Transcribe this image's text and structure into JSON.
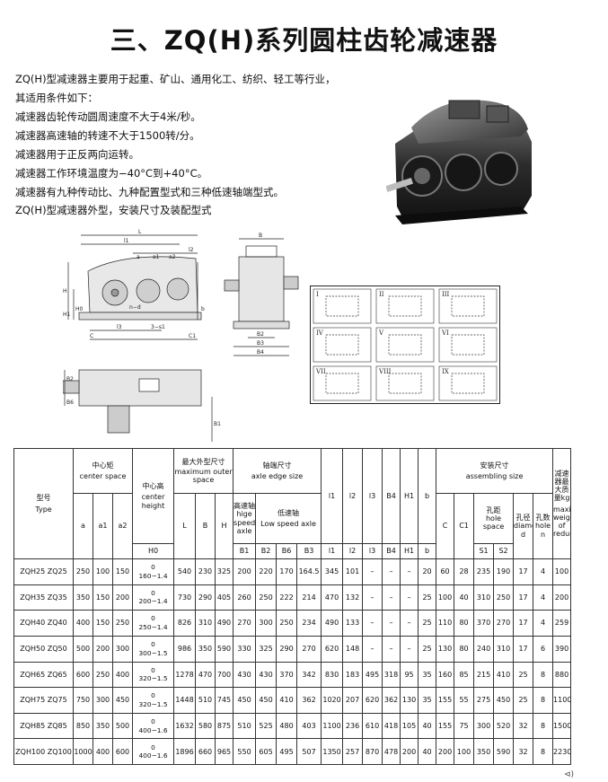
{
  "title": "三、ZQ(H)系列圆柱齿轮减速器",
  "intro": {
    "lines": [
      "ZQ(H)型减速器主要用于起重、矿山、通用化工、纺织、轻工等行业，",
      "其适用条件如下：",
      "减速器齿轮传动圆周速度不大于4米/秒。",
      "减速器高速轴的转速不大于1500转/分。",
      "减速器用于正反两向运转。",
      "减速器工作环境温度为−40°C到+40°C。",
      "减速器有九种传动比、九种配置型式和三种低速轴端型式。"
    ],
    "subheading": "ZQ(H)型减速器外型，安装尺寸及装配型式"
  },
  "drawing_labels": {
    "front": [
      "L",
      "l1",
      "l2",
      "l3",
      "C",
      "C1",
      "a",
      "a1",
      "a2",
      "H",
      "H1",
      "H0",
      "b",
      "n−d",
      "3−s1"
    ],
    "side": [
      "B",
      "B2",
      "B3",
      "B4"
    ],
    "top": [
      "B2",
      "B6",
      "B1"
    ]
  },
  "configurations": [
    "I",
    "II",
    "III",
    "IV",
    "V",
    "VI",
    "VII",
    "VIII",
    "IX"
  ],
  "table": {
    "header": {
      "model_cn": "型号",
      "model_en": "Type",
      "center_space_cn": "中心矩",
      "center_space_en": "center space",
      "center_height_cn": "中心高",
      "center_height_en": "center height",
      "outer_cn": "最大外型尺寸",
      "outer_en": "maximum outer space",
      "axle_cn": "轴端尺寸",
      "axle_en": "axle edge size",
      "high_speed_cn": "高速轴",
      "high_speed_en": "hige speed axle",
      "low_speed_cn": "低速轴",
      "low_speed_en": "Low speed axle",
      "assembling_cn": "安装尺寸",
      "assembling_en": "assembling size",
      "hole_space_cn": "孔距",
      "hole_space_en": "hole space",
      "hole_dia_cn": "孔径",
      "hole_dia_en": "diameter d",
      "hole_num_cn": "孔数",
      "hole_num_en": "hole n",
      "weight_cn": "减速器最大质量kg",
      "weight_en": "maximum weight of reducer(kg)",
      "cols": {
        "a": "a",
        "a1": "a1",
        "a2": "a2",
        "H0": "H0",
        "L": "L",
        "B": "B",
        "H": "H",
        "B1": "B1",
        "B2": "B2",
        "B6": "B6",
        "B3": "B3",
        "l1": "l1",
        "l2": "l2",
        "l3": "l3",
        "B4": "B4",
        "H1": "H1",
        "b": "b",
        "C": "C",
        "C1": "C1",
        "S1": "S1",
        "S2": "S2"
      }
    },
    "rows": [
      {
        "model": "ZQH25  ZQ25",
        "a": "250",
        "a1": "100",
        "a2": "150",
        "h0_top": "0",
        "h0_bot": "160−1.4",
        "L": "540",
        "B": "230",
        "H": "325",
        "B1": "200",
        "B2": "220",
        "B6": "170",
        "B3": "164.5",
        "l1": "345",
        "l2": "101",
        "l3": "–",
        "B4": "–",
        "H1": "–",
        "b": "20",
        "C": "60",
        "C1": "28",
        "S1": "235",
        "S2": "190",
        "d": "17",
        "n": "4",
        "weight": "100"
      },
      {
        "model": "ZQH35  ZQ35",
        "a": "350",
        "a1": "150",
        "a2": "200",
        "h0_top": "0",
        "h0_bot": "200−1.4",
        "L": "730",
        "B": "290",
        "H": "405",
        "B1": "260",
        "B2": "250",
        "B6": "222",
        "B3": "214",
        "l1": "470",
        "l2": "132",
        "l3": "–",
        "B4": "–",
        "H1": "–",
        "b": "25",
        "C": "100",
        "C1": "40",
        "S1": "310",
        "S2": "250",
        "d": "17",
        "n": "4",
        "weight": "200"
      },
      {
        "model": "ZQH40  ZQ40",
        "a": "400",
        "a1": "150",
        "a2": "250",
        "h0_top": "0",
        "h0_bot": "250−1.4",
        "L": "826",
        "B": "310",
        "H": "490",
        "B1": "270",
        "B2": "300",
        "B6": "250",
        "B3": "234",
        "l1": "490",
        "l2": "133",
        "l3": "–",
        "B4": "–",
        "H1": "–",
        "b": "25",
        "C": "110",
        "C1": "80",
        "S1": "370",
        "S2": "270",
        "d": "17",
        "n": "4",
        "weight": "259"
      },
      {
        "model": "ZQH50  ZQ50",
        "a": "500",
        "a1": "200",
        "a2": "300",
        "h0_top": "0",
        "h0_bot": "300−1.5",
        "L": "986",
        "B": "350",
        "H": "590",
        "B1": "330",
        "B2": "325",
        "B6": "290",
        "B3": "270",
        "l1": "620",
        "l2": "148",
        "l3": "–",
        "B4": "–",
        "H1": "–",
        "b": "25",
        "C": "130",
        "C1": "80",
        "S1": "240",
        "S2": "310",
        "d": "17",
        "n": "6",
        "weight": "390"
      },
      {
        "model": "ZQH65  ZQ65",
        "a": "600",
        "a1": "250",
        "a2": "400",
        "h0_top": "0",
        "h0_bot": "320−1.5",
        "L": "1278",
        "B": "470",
        "H": "700",
        "B1": "430",
        "B2": "430",
        "B6": "370",
        "B3": "342",
        "l1": "830",
        "l2": "183",
        "l3": "495",
        "B4": "318",
        "H1": "95",
        "b": "35",
        "C": "160",
        "C1": "85",
        "S1": "215",
        "S2": "410",
        "d": "25",
        "n": "8",
        "weight": "880"
      },
      {
        "model": "ZQH75  ZQ75",
        "a": "750",
        "a1": "300",
        "a2": "450",
        "h0_top": "0",
        "h0_bot": "320−1.5",
        "L": "1448",
        "B": "510",
        "H": "745",
        "B1": "450",
        "B2": "450",
        "B6": "410",
        "B3": "362",
        "l1": "1020",
        "l2": "207",
        "l3": "620",
        "B4": "362",
        "H1": "130",
        "b": "35",
        "C": "155",
        "C1": "55",
        "S1": "275",
        "S2": "450",
        "d": "25",
        "n": "8",
        "weight": "1100"
      },
      {
        "model": "ZQH85  ZQ85",
        "a": "850",
        "a1": "350",
        "a2": "500",
        "h0_top": "0",
        "h0_bot": "400−1.6",
        "L": "1632",
        "B": "580",
        "H": "875",
        "B1": "510",
        "B2": "525",
        "B6": "480",
        "B3": "403",
        "l1": "1100",
        "l2": "236",
        "l3": "610",
        "B4": "418",
        "H1": "105",
        "b": "40",
        "C": "155",
        "C1": "75",
        "S1": "300",
        "S2": "520",
        "d": "32",
        "n": "8",
        "weight": "1500"
      },
      {
        "model": "ZQH100 ZQ100",
        "a": "1000",
        "a1": "400",
        "a2": "600",
        "h0_top": "0",
        "h0_bot": "400−1.6",
        "L": "1896",
        "B": "660",
        "H": "965",
        "B1": "550",
        "B2": "605",
        "B6": "495",
        "B3": "507",
        "l1": "1350",
        "l2": "257",
        "l3": "870",
        "B4": "478",
        "H1": "200",
        "b": "40",
        "C": "200",
        "C1": "100",
        "S1": "350",
        "S2": "590",
        "d": "32",
        "n": "8",
        "weight": "2230"
      }
    ]
  }
}
